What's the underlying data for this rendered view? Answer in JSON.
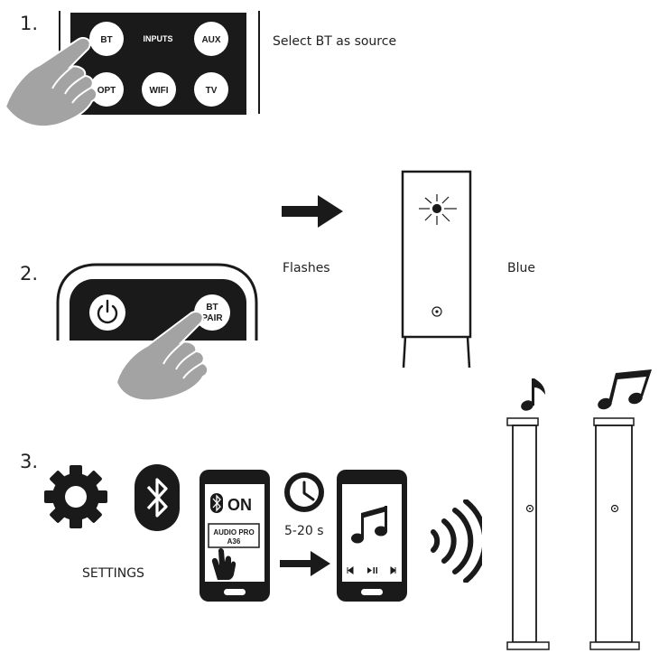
{
  "colors": {
    "ink": "#1a1a1a",
    "hand": "#a3a3a3",
    "paper": "#ffffff"
  },
  "steps": [
    {
      "number": "1.",
      "caption": "Select BT as source",
      "remote_buttons": [
        "BT",
        "INPUTS",
        "AUX",
        "OPT",
        "WIFI",
        "TV"
      ],
      "icons": [
        "remote-panel",
        "hand-pointer-icon"
      ]
    },
    {
      "number": "2.",
      "remote_buttons": {
        "power": "power-icon",
        "bt_pair_line1": "BT",
        "bt_pair_line2": "PAIR"
      },
      "flashes_label": "Flashes",
      "color_label": "Blue",
      "icons": [
        "arrow-right-icon",
        "flash-burst-icon",
        "speaker-icon"
      ]
    },
    {
      "number": "3.",
      "settings_label": "SETTINGS",
      "phone1": {
        "bt_status": "ON",
        "device_line1": "AUDIO PRO",
        "device_line2": "A36"
      },
      "timer_label": "5-20 s",
      "icons": [
        "gear-icon",
        "bluetooth-icon",
        "phone-icon",
        "clock-icon",
        "music-note-icon",
        "wireless-waves-icon",
        "speaker-tower-icon",
        "double-note-icon"
      ]
    }
  ]
}
